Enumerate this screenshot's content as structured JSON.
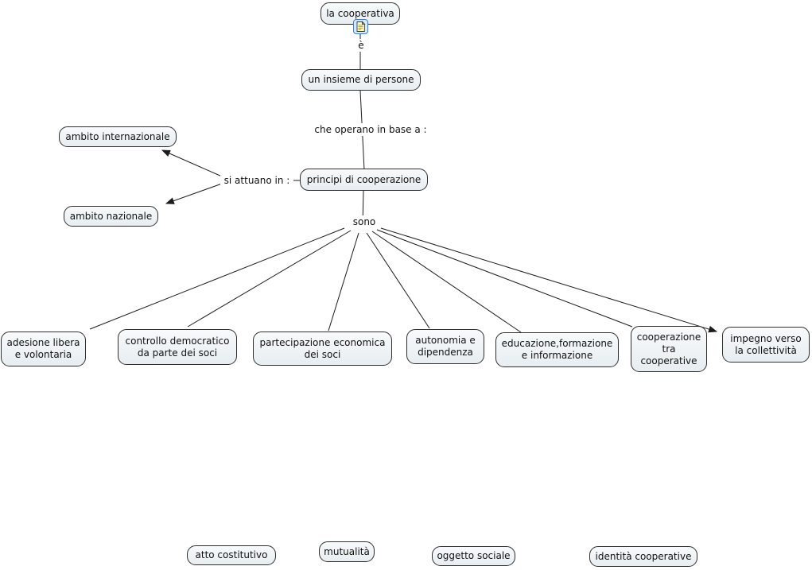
{
  "map_title": "la cooperativa",
  "colors": {
    "background": "#ffffff",
    "node_fill_top": "#f8fafb",
    "node_fill_bottom": "#e7edf1",
    "node_border": "#2f2f2f",
    "connector": "#1c1c1c",
    "text": "#111111",
    "resource_icon_bg": "#d9e8f8",
    "resource_icon_border": "#4a7ebb",
    "resource_page_fill": "#ffffcc",
    "resource_page_lines": "#c9a50a"
  },
  "nodes": {
    "la_cooperativa": "la cooperativa",
    "un_insieme_di_persone": "un insieme di persone",
    "ambito_internazionale": "ambito internazionale",
    "principi_di_cooperazione": "principi di cooperazione",
    "ambito_nazionale": "ambito nazionale",
    "adesione_libera": "adesione libera e volontaria",
    "controllo_democratico": "controllo democratico da parte dei soci",
    "partecipazione_economica": "partecipazione economica dei soci",
    "autonomia_dipendenza": "autonomia e dipendenza",
    "educazione_formazione": "educazione,formazione e informazione",
    "cooperazione_tra_cooperative": "cooperazione tra cooperative",
    "impegno_collettivita": "impegno verso la collettività",
    "atto_costitutivo": "atto costitutivo",
    "mutualita": "mutualità",
    "oggetto_sociale": "oggetto sociale",
    "identita_cooperative": "identità cooperative"
  },
  "linking_phrases": {
    "e": "è",
    "che_operano": "che operano in base a :",
    "si_attuano": "si attuano in :",
    "sono": "sono"
  },
  "icons": {
    "resource": "document-icon"
  }
}
